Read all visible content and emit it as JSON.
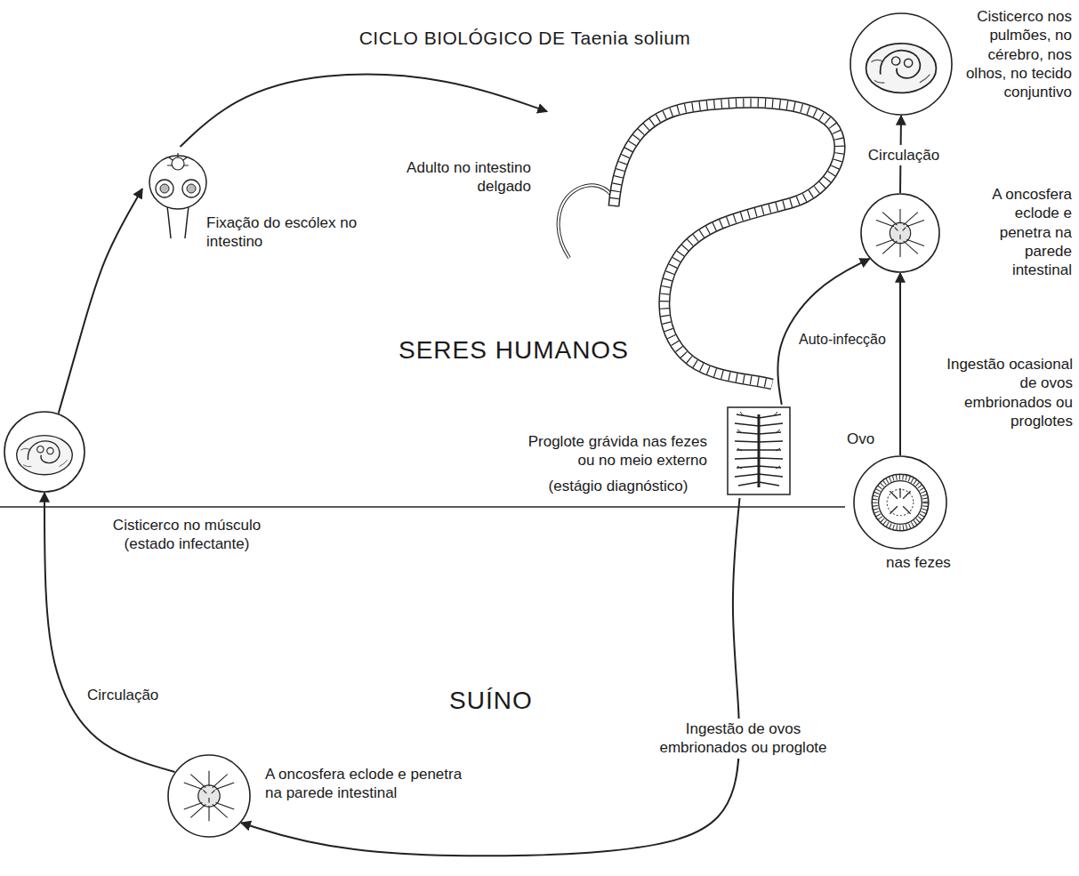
{
  "diagram": {
    "title": "CICLO BIOLÓGICO DE Taenia solium",
    "nodes": [
      {
        "text": [
          "Adulto no intestino delgado"
        ]
      },
      {
        "text": [
          "Cisticerco nos pulmões, no cérebro, nos olhos, no tecido conjuntivo"
        ]
      },
      {
        "text": [
          "A oncosfera eclode e penetra na parede intestinal"
        ]
      },
      {
        "text": [
          "Ovo",
          "nas fezes"
        ]
      },
      {
        "text": [
          "Proglote grávida nas fezes ou no meio externo",
          "(estágio diagnóstico)"
        ]
      },
      {
        "text": [
          "A oncosfera eclode e penetra na parede intestinal"
        ]
      },
      {
        "text": [
          "Cisticerco no músculo (estado infectante)"
        ]
      },
      {
        "text": [
          "Fixação do escólex no intestino"
        ]
      }
    ],
    "edges": [
      {
        "from": 2,
        "to": 1,
        "arrow": "to",
        "label": "Circulação"
      },
      {
        "from": 3,
        "to": 2,
        "arrow": "to",
        "label": "Ingestão ocasional de ovos embrionados ou proglotes"
      },
      {
        "from": 4,
        "to": 2,
        "arrow": "to",
        "label": "Auto-infecção"
      },
      {
        "from": 4,
        "to": 5,
        "arrow": "to",
        "label": "Ingestão de ovos embrionados ou proglote"
      },
      {
        "from": 5,
        "to": 6,
        "arrow": "to",
        "label": "Circulação"
      },
      {
        "from": 6,
        "to": 7,
        "arrow": "to"
      },
      {
        "from": 7,
        "to": 0,
        "arrow": "to"
      }
    ],
    "labels": [
      "SERES HUMANOS",
      "SUÍNO"
    ]
  }
}
